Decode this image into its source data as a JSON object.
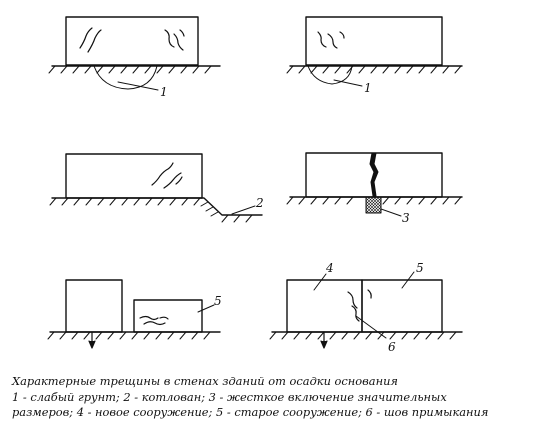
{
  "labels": {
    "p1": "1",
    "p2": "1",
    "p3": "2",
    "p4": "3",
    "p5": "5",
    "p6_a": "4",
    "p6_b": "5",
    "p6_c": "6"
  },
  "caption": {
    "line1": "Характерные трещины в стенах зданий от осадки основания",
    "line2": "1 - слабый грунт; 2 - котлован; 3 - жесткое включение значительных",
    "line3": "размеров;   4 - новое сооружение; 5 - старое сооружение; 6 - шов примыкания"
  },
  "colors": {
    "ink": "#111111",
    "background": "#ffffff"
  }
}
